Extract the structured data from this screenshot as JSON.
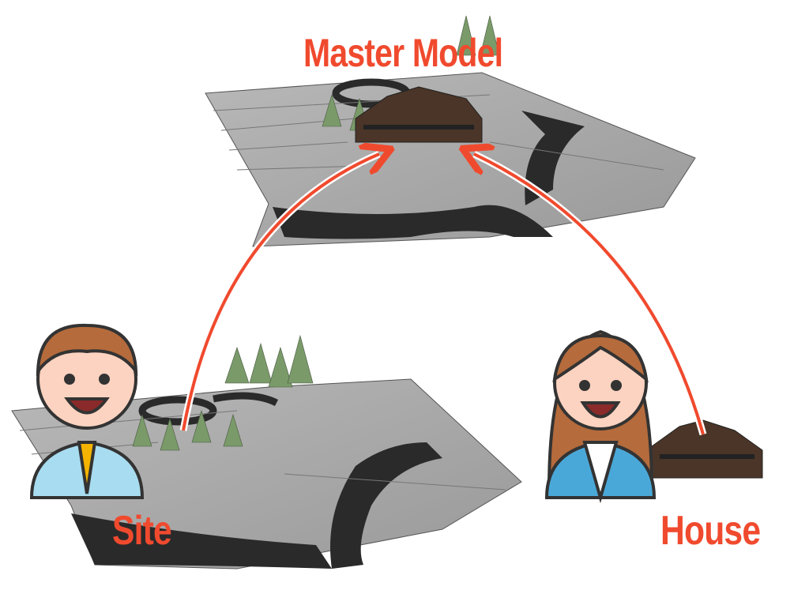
{
  "labels": {
    "master": "Master Model",
    "site": "Site",
    "house": "House"
  },
  "colors": {
    "accent": "#f04a2e",
    "terrain": "#a9a9a9",
    "road": "#2a2a2a"
  },
  "nodes": [
    {
      "id": "master",
      "icon": "terrain-with-house-and-trees"
    },
    {
      "id": "site",
      "icon": "terrain-with-trees",
      "owner": "man-avatar-icon"
    },
    {
      "id": "house",
      "icon": "house-model",
      "owner": "woman-avatar-icon"
    }
  ],
  "edges": [
    {
      "from": "site",
      "to": "master"
    },
    {
      "from": "house",
      "to": "master"
    }
  ]
}
